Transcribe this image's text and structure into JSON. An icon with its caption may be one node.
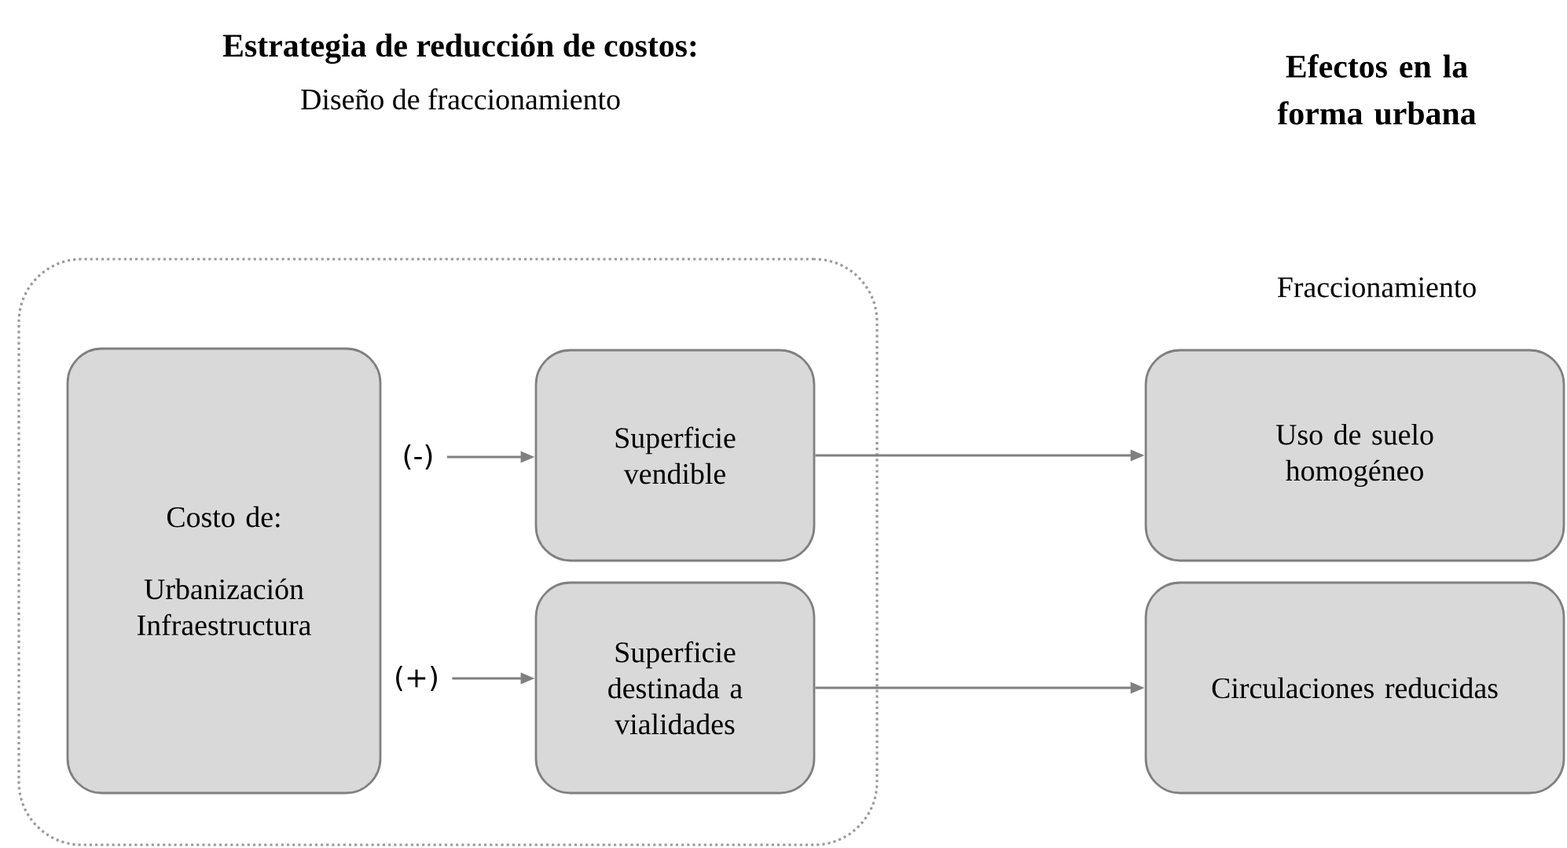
{
  "diagram": {
    "title": "Estrategia de reducción de costos:",
    "nodes": [
      {
        "text": [],
        "shape": "box"
      },
      {
        "text": [
          "Costo de:",
          "Urbanización Infraestructura"
        ],
        "in": 0
      },
      {
        "text": [
          "(-)"
        ],
        "in": 0
      },
      {
        "text": [
          "Superficie vendible"
        ],
        "in": 0
      },
      {
        "text": [
          "(+)"
        ],
        "in": 0
      },
      {
        "text": [
          "Superficie destinada a vialidades"
        ],
        "in": 0
      },
      {
        "text": [
          "Uso de suelo homogéneo"
        ]
      },
      {
        "text": [
          "Circulaciones reducidas"
        ]
      }
    ],
    "edges": [
      {
        "from": 2,
        "to": 3,
        "arrow": "to"
      },
      {
        "from": 4,
        "to": 5,
        "arrow": "to"
      },
      {
        "from": 3,
        "to": 6,
        "arrow": "to"
      },
      {
        "from": 5,
        "to": 7,
        "arrow": "to"
      }
    ],
    "labels": [
      "Diseño de fraccionamiento",
      "Efectos en la forma urbana",
      "Fraccionamiento"
    ]
  }
}
